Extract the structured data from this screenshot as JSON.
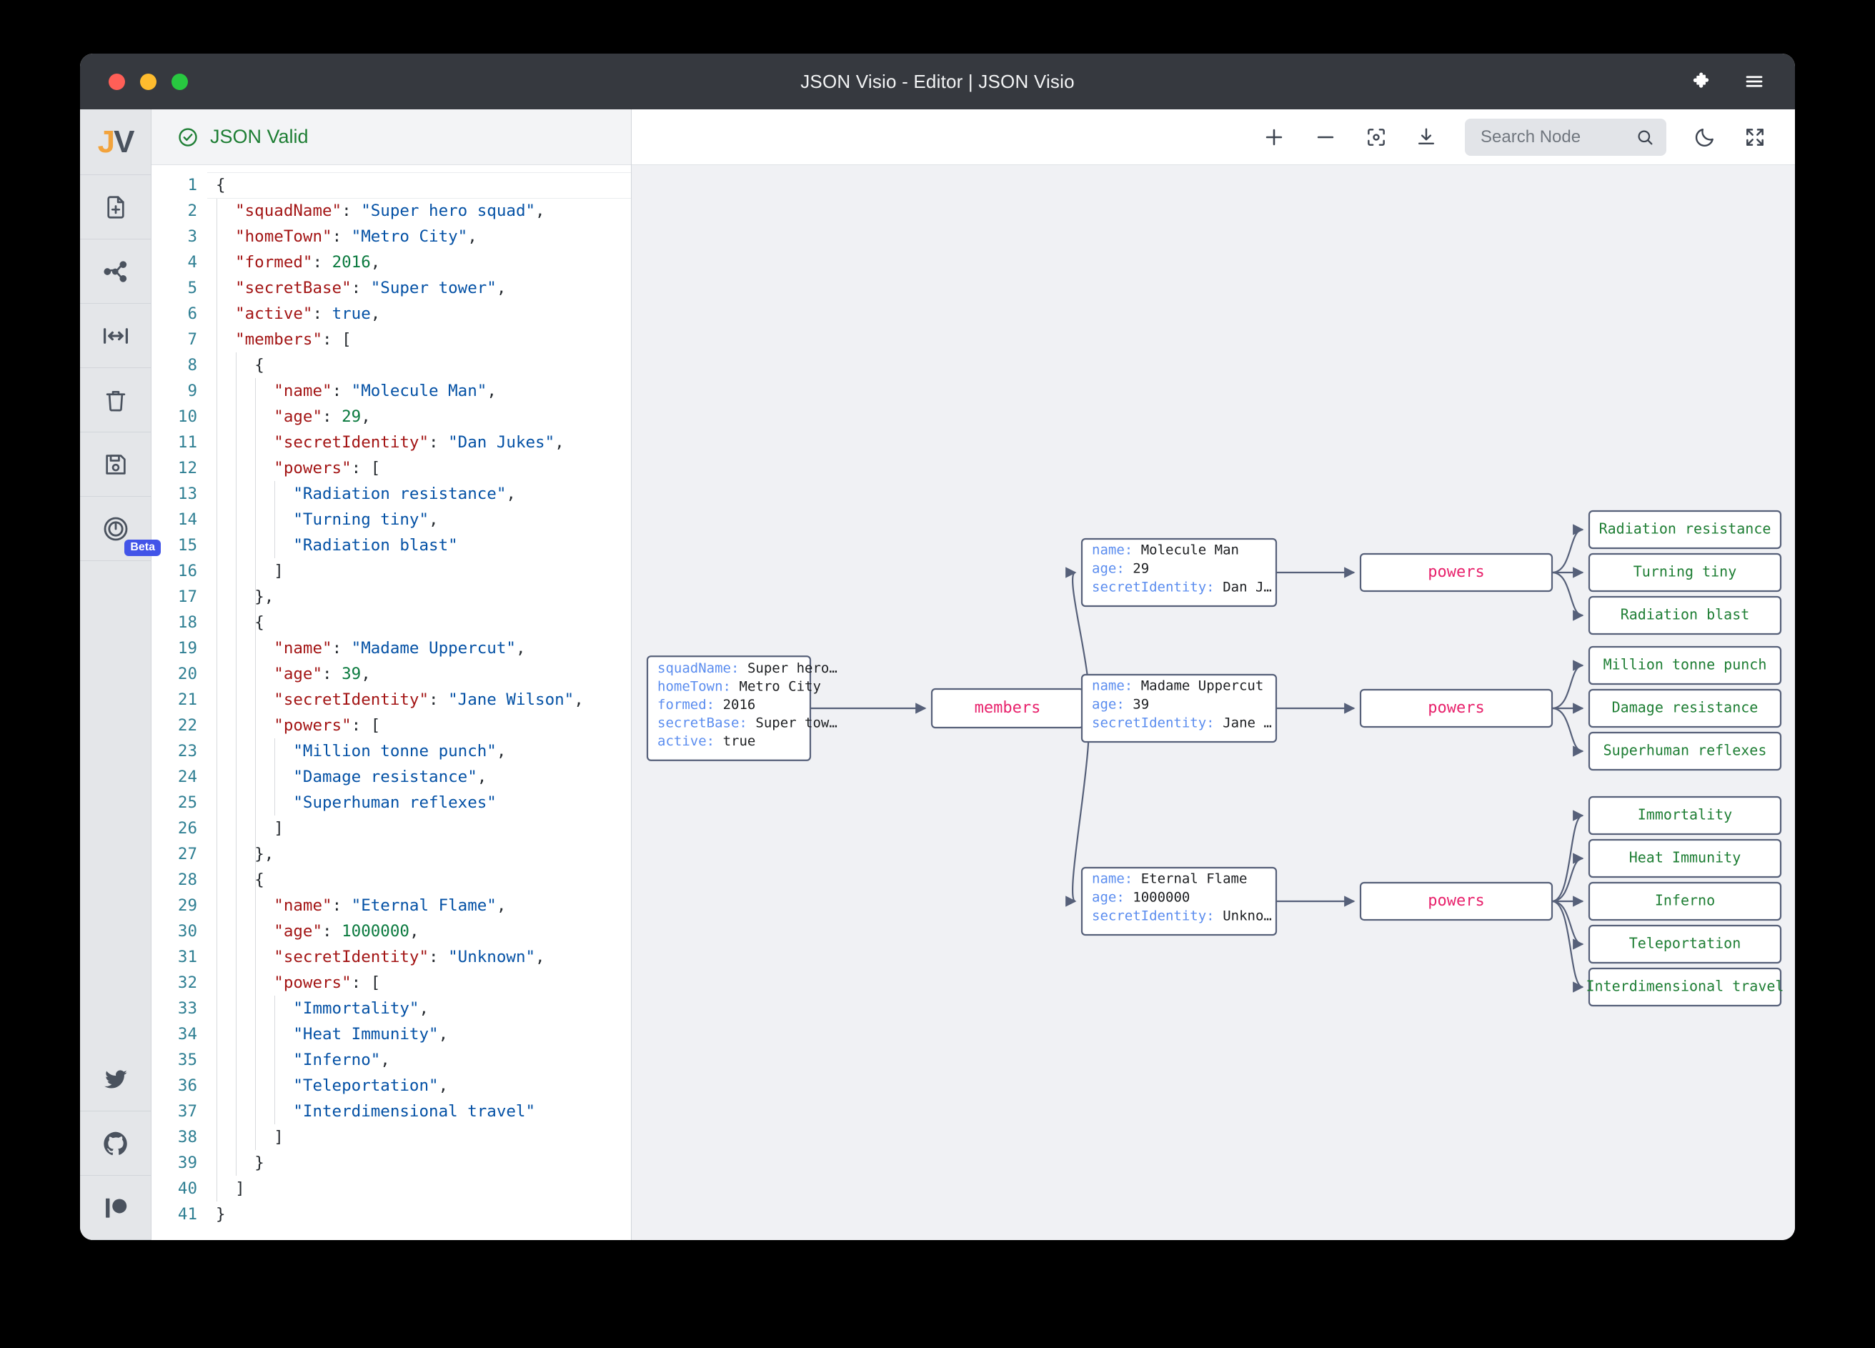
{
  "window": {
    "title": "JSON Visio - Editor | JSON Visio",
    "traffic_lights": [
      "close",
      "minimize",
      "maximize"
    ],
    "right_icons": [
      "puzzle-piece-icon",
      "hamburger-menu-icon"
    ]
  },
  "rail": {
    "logo": {
      "j": "J",
      "v": "V"
    },
    "items": [
      {
        "name": "new-file-icon",
        "label": "New File"
      },
      {
        "name": "share-graph-icon",
        "label": "Share"
      },
      {
        "name": "expand-width-icon",
        "label": "Fit Width"
      },
      {
        "name": "trash-icon",
        "label": "Clear"
      },
      {
        "name": "save-icon",
        "label": "Save"
      },
      {
        "name": "ai-compass-icon",
        "label": "AI",
        "badge": "Beta"
      }
    ],
    "social": [
      {
        "name": "twitter-icon",
        "label": "Twitter"
      },
      {
        "name": "github-icon",
        "label": "GitHub"
      },
      {
        "name": "patreon-icon",
        "label": "Patreon"
      }
    ]
  },
  "editor": {
    "status": "JSON Valid",
    "status_icon": "check-circle-icon",
    "status_color": "#1e7e34",
    "line_count": 41,
    "lines": [
      {
        "num": 1,
        "tokens": [
          {
            "t": "p",
            "v": "{"
          }
        ]
      },
      {
        "num": 2,
        "tokens": [
          {
            "t": "k",
            "v": "\"squadName\""
          },
          {
            "t": "p",
            "v": ": "
          },
          {
            "t": "s",
            "v": "\"Super hero squad\""
          },
          {
            "t": "p",
            "v": ","
          }
        ],
        "indent": 1
      },
      {
        "num": 3,
        "tokens": [
          {
            "t": "k",
            "v": "\"homeTown\""
          },
          {
            "t": "p",
            "v": ": "
          },
          {
            "t": "s",
            "v": "\"Metro City\""
          },
          {
            "t": "p",
            "v": ","
          }
        ],
        "indent": 1
      },
      {
        "num": 4,
        "tokens": [
          {
            "t": "k",
            "v": "\"formed\""
          },
          {
            "t": "p",
            "v": ": "
          },
          {
            "t": "n",
            "v": "2016"
          },
          {
            "t": "p",
            "v": ","
          }
        ],
        "indent": 1
      },
      {
        "num": 5,
        "tokens": [
          {
            "t": "k",
            "v": "\"secretBase\""
          },
          {
            "t": "p",
            "v": ": "
          },
          {
            "t": "s",
            "v": "\"Super tower\""
          },
          {
            "t": "p",
            "v": ","
          }
        ],
        "indent": 1
      },
      {
        "num": 6,
        "tokens": [
          {
            "t": "k",
            "v": "\"active\""
          },
          {
            "t": "p",
            "v": ": "
          },
          {
            "t": "b",
            "v": "true"
          },
          {
            "t": "p",
            "v": ","
          }
        ],
        "indent": 1
      },
      {
        "num": 7,
        "tokens": [
          {
            "t": "k",
            "v": "\"members\""
          },
          {
            "t": "p",
            "v": ": ["
          }
        ],
        "indent": 1
      },
      {
        "num": 8,
        "tokens": [
          {
            "t": "p",
            "v": "{"
          }
        ],
        "indent": 2
      },
      {
        "num": 9,
        "tokens": [
          {
            "t": "k",
            "v": "\"name\""
          },
          {
            "t": "p",
            "v": ": "
          },
          {
            "t": "s",
            "v": "\"Molecule Man\""
          },
          {
            "t": "p",
            "v": ","
          }
        ],
        "indent": 3
      },
      {
        "num": 10,
        "tokens": [
          {
            "t": "k",
            "v": "\"age\""
          },
          {
            "t": "p",
            "v": ": "
          },
          {
            "t": "n",
            "v": "29"
          },
          {
            "t": "p",
            "v": ","
          }
        ],
        "indent": 3
      },
      {
        "num": 11,
        "tokens": [
          {
            "t": "k",
            "v": "\"secretIdentity\""
          },
          {
            "t": "p",
            "v": ": "
          },
          {
            "t": "s",
            "v": "\"Dan Jukes\""
          },
          {
            "t": "p",
            "v": ","
          }
        ],
        "indent": 3
      },
      {
        "num": 12,
        "tokens": [
          {
            "t": "k",
            "v": "\"powers\""
          },
          {
            "t": "p",
            "v": ": ["
          }
        ],
        "indent": 3
      },
      {
        "num": 13,
        "tokens": [
          {
            "t": "s",
            "v": "\"Radiation resistance\""
          },
          {
            "t": "p",
            "v": ","
          }
        ],
        "indent": 4
      },
      {
        "num": 14,
        "tokens": [
          {
            "t": "s",
            "v": "\"Turning tiny\""
          },
          {
            "t": "p",
            "v": ","
          }
        ],
        "indent": 4
      },
      {
        "num": 15,
        "tokens": [
          {
            "t": "s",
            "v": "\"Radiation blast\""
          }
        ],
        "indent": 4
      },
      {
        "num": 16,
        "tokens": [
          {
            "t": "p",
            "v": "]"
          }
        ],
        "indent": 3
      },
      {
        "num": 17,
        "tokens": [
          {
            "t": "p",
            "v": "},"
          }
        ],
        "indent": 2
      },
      {
        "num": 18,
        "tokens": [
          {
            "t": "p",
            "v": "{"
          }
        ],
        "indent": 2
      },
      {
        "num": 19,
        "tokens": [
          {
            "t": "k",
            "v": "\"name\""
          },
          {
            "t": "p",
            "v": ": "
          },
          {
            "t": "s",
            "v": "\"Madame Uppercut\""
          },
          {
            "t": "p",
            "v": ","
          }
        ],
        "indent": 3
      },
      {
        "num": 20,
        "tokens": [
          {
            "t": "k",
            "v": "\"age\""
          },
          {
            "t": "p",
            "v": ": "
          },
          {
            "t": "n",
            "v": "39"
          },
          {
            "t": "p",
            "v": ","
          }
        ],
        "indent": 3
      },
      {
        "num": 21,
        "tokens": [
          {
            "t": "k",
            "v": "\"secretIdentity\""
          },
          {
            "t": "p",
            "v": ": "
          },
          {
            "t": "s",
            "v": "\"Jane Wilson\""
          },
          {
            "t": "p",
            "v": ","
          }
        ],
        "indent": 3
      },
      {
        "num": 22,
        "tokens": [
          {
            "t": "k",
            "v": "\"powers\""
          },
          {
            "t": "p",
            "v": ": ["
          }
        ],
        "indent": 3
      },
      {
        "num": 23,
        "tokens": [
          {
            "t": "s",
            "v": "\"Million tonne punch\""
          },
          {
            "t": "p",
            "v": ","
          }
        ],
        "indent": 4
      },
      {
        "num": 24,
        "tokens": [
          {
            "t": "s",
            "v": "\"Damage resistance\""
          },
          {
            "t": "p",
            "v": ","
          }
        ],
        "indent": 4
      },
      {
        "num": 25,
        "tokens": [
          {
            "t": "s",
            "v": "\"Superhuman reflexes\""
          }
        ],
        "indent": 4
      },
      {
        "num": 26,
        "tokens": [
          {
            "t": "p",
            "v": "]"
          }
        ],
        "indent": 3
      },
      {
        "num": 27,
        "tokens": [
          {
            "t": "p",
            "v": "},"
          }
        ],
        "indent": 2
      },
      {
        "num": 28,
        "tokens": [
          {
            "t": "p",
            "v": "{"
          }
        ],
        "indent": 2
      },
      {
        "num": 29,
        "tokens": [
          {
            "t": "k",
            "v": "\"name\""
          },
          {
            "t": "p",
            "v": ": "
          },
          {
            "t": "s",
            "v": "\"Eternal Flame\""
          },
          {
            "t": "p",
            "v": ","
          }
        ],
        "indent": 3
      },
      {
        "num": 30,
        "tokens": [
          {
            "t": "k",
            "v": "\"age\""
          },
          {
            "t": "p",
            "v": ": "
          },
          {
            "t": "n",
            "v": "1000000"
          },
          {
            "t": "p",
            "v": ","
          }
        ],
        "indent": 3
      },
      {
        "num": 31,
        "tokens": [
          {
            "t": "k",
            "v": "\"secretIdentity\""
          },
          {
            "t": "p",
            "v": ": "
          },
          {
            "t": "s",
            "v": "\"Unknown\""
          },
          {
            "t": "p",
            "v": ","
          }
        ],
        "indent": 3
      },
      {
        "num": 32,
        "tokens": [
          {
            "t": "k",
            "v": "\"powers\""
          },
          {
            "t": "p",
            "v": ": ["
          }
        ],
        "indent": 3
      },
      {
        "num": 33,
        "tokens": [
          {
            "t": "s",
            "v": "\"Immortality\""
          },
          {
            "t": "p",
            "v": ","
          }
        ],
        "indent": 4
      },
      {
        "num": 34,
        "tokens": [
          {
            "t": "s",
            "v": "\"Heat Immunity\""
          },
          {
            "t": "p",
            "v": ","
          }
        ],
        "indent": 4
      },
      {
        "num": 35,
        "tokens": [
          {
            "t": "s",
            "v": "\"Inferno\""
          },
          {
            "t": "p",
            "v": ","
          }
        ],
        "indent": 4
      },
      {
        "num": 36,
        "tokens": [
          {
            "t": "s",
            "v": "\"Teleportation\""
          },
          {
            "t": "p",
            "v": ","
          }
        ],
        "indent": 4
      },
      {
        "num": 37,
        "tokens": [
          {
            "t": "s",
            "v": "\"Interdimensional travel\""
          }
        ],
        "indent": 4
      },
      {
        "num": 38,
        "tokens": [
          {
            "t": "p",
            "v": "]"
          }
        ],
        "indent": 3
      },
      {
        "num": 39,
        "tokens": [
          {
            "t": "p",
            "v": "}"
          }
        ],
        "indent": 2
      },
      {
        "num": 40,
        "tokens": [
          {
            "t": "p",
            "v": "]"
          }
        ],
        "indent": 1
      },
      {
        "num": 41,
        "tokens": [
          {
            "t": "p",
            "v": "}"
          }
        ]
      }
    ]
  },
  "graph_toolbar": {
    "zoom_in": "zoom-in-icon",
    "zoom_out": "zoom-out-icon",
    "center": "center-view-icon",
    "download": "download-icon",
    "search_placeholder": "Search Node",
    "search_value": "",
    "search_icon": "search-icon",
    "theme_toggle": "moon-icon",
    "fullscreen": "fullscreen-icon"
  },
  "graph": {
    "root": {
      "name": "root-node",
      "rows": [
        {
          "key": "squadName",
          "value": "Super hero…"
        },
        {
          "key": "homeTown",
          "value": "Metro City"
        },
        {
          "key": "formed",
          "value": "2016"
        },
        {
          "key": "secretBase",
          "value": "Super tow…"
        },
        {
          "key": "active",
          "value": "true"
        }
      ]
    },
    "members_label": "members",
    "members": [
      {
        "name": "member-node-molecule-man",
        "rows": [
          {
            "key": "name",
            "value": "Molecule Man"
          },
          {
            "key": "age",
            "value": "29"
          },
          {
            "key": "secretIdentity",
            "value": "Dan J…"
          }
        ],
        "powers_label": "powers",
        "powers": [
          "Radiation resistance",
          "Turning tiny",
          "Radiation blast"
        ]
      },
      {
        "name": "member-node-madame-uppercut",
        "rows": [
          {
            "key": "name",
            "value": "Madame Uppercut"
          },
          {
            "key": "age",
            "value": "39"
          },
          {
            "key": "secretIdentity",
            "value": "Jane …"
          }
        ],
        "powers_label": "powers",
        "powers": [
          "Million tonne punch",
          "Damage resistance",
          "Superhuman reflexes"
        ]
      },
      {
        "name": "member-node-eternal-flame",
        "rows": [
          {
            "key": "name",
            "value": "Eternal Flame"
          },
          {
            "key": "age",
            "value": "1000000"
          },
          {
            "key": "secretIdentity",
            "value": "Unkno…"
          }
        ],
        "powers_label": "powers",
        "powers": [
          "Immortality",
          "Heat Immunity",
          "Inferno",
          "Teleportation",
          "Interdimensional travel"
        ]
      }
    ],
    "colors": {
      "node_border": "#566079",
      "key": "#5b8def",
      "value": "#1c1e21",
      "property": "#e8226c",
      "leaf": "#1e7e34",
      "canvas": "#f0f1f4"
    }
  }
}
